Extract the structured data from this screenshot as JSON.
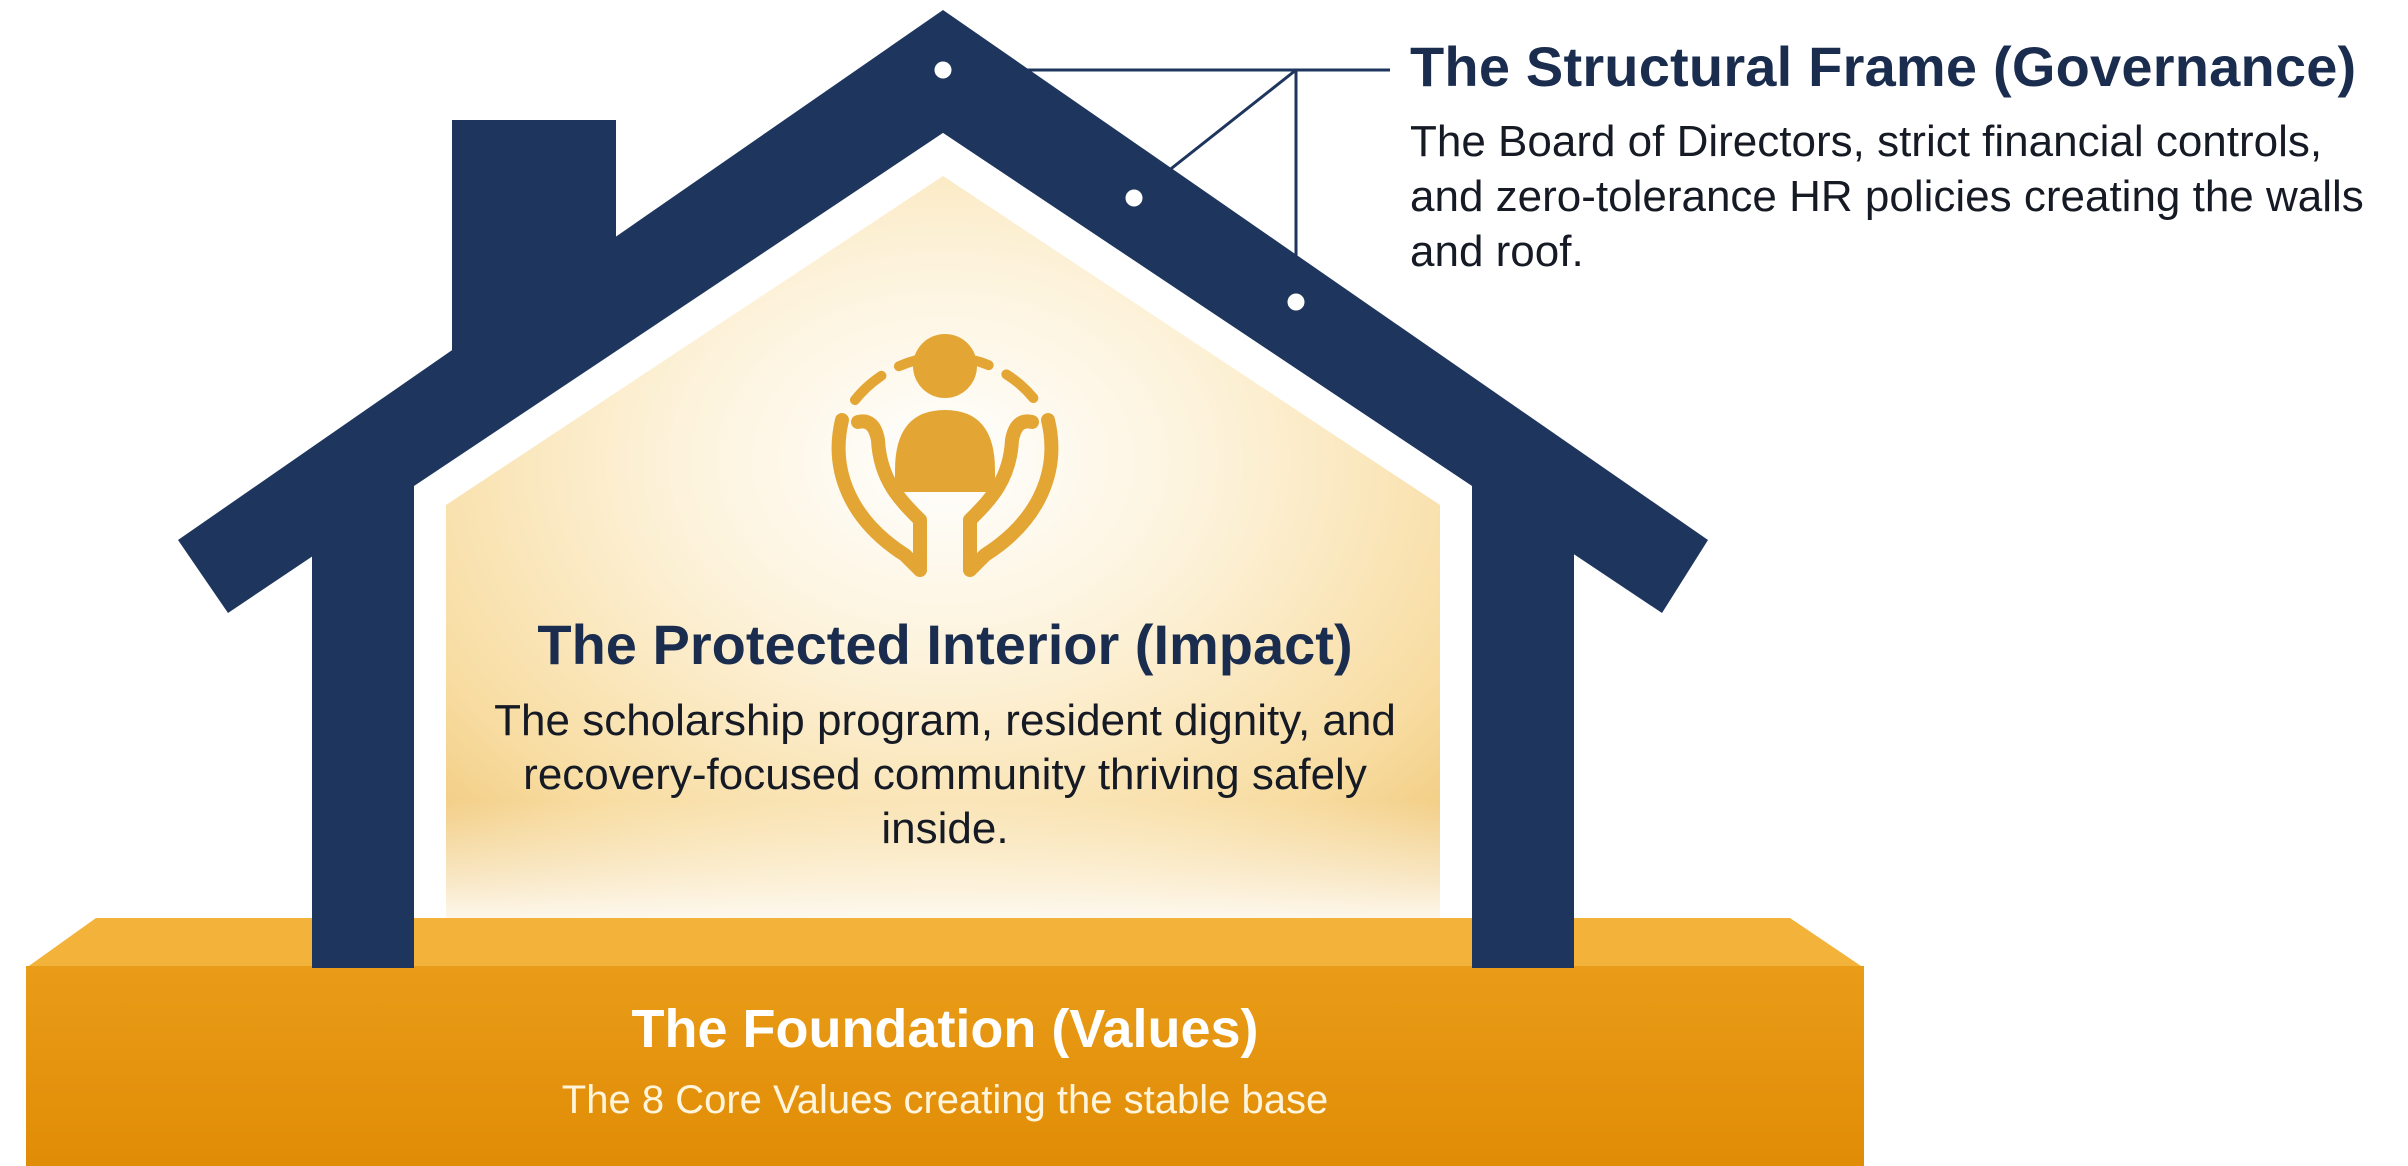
{
  "structural_frame": {
    "title": "The Structural Frame (Governance)",
    "description": "The Board of Directors, strict financial controls, and zero-tolerance HR policies creating the walls and roof."
  },
  "protected_interior": {
    "title": "The Protected Interior (Impact)",
    "description": "The scholarship program, resident dignity, and recovery-focused community thriving safely inside.",
    "icon": "hands-protecting-person-icon"
  },
  "foundation": {
    "title": "The Foundation (Values)",
    "description": "The 8 Core Values creating the stable base"
  },
  "colors": {
    "frame_navy": "#1e365e",
    "foundation_orange": "#e8980f",
    "foundation_top": "#f3b33a",
    "interior_glow": "#fdf3dc",
    "icon_gold": "#e3a635",
    "title_navy": "#1b2d4f"
  }
}
